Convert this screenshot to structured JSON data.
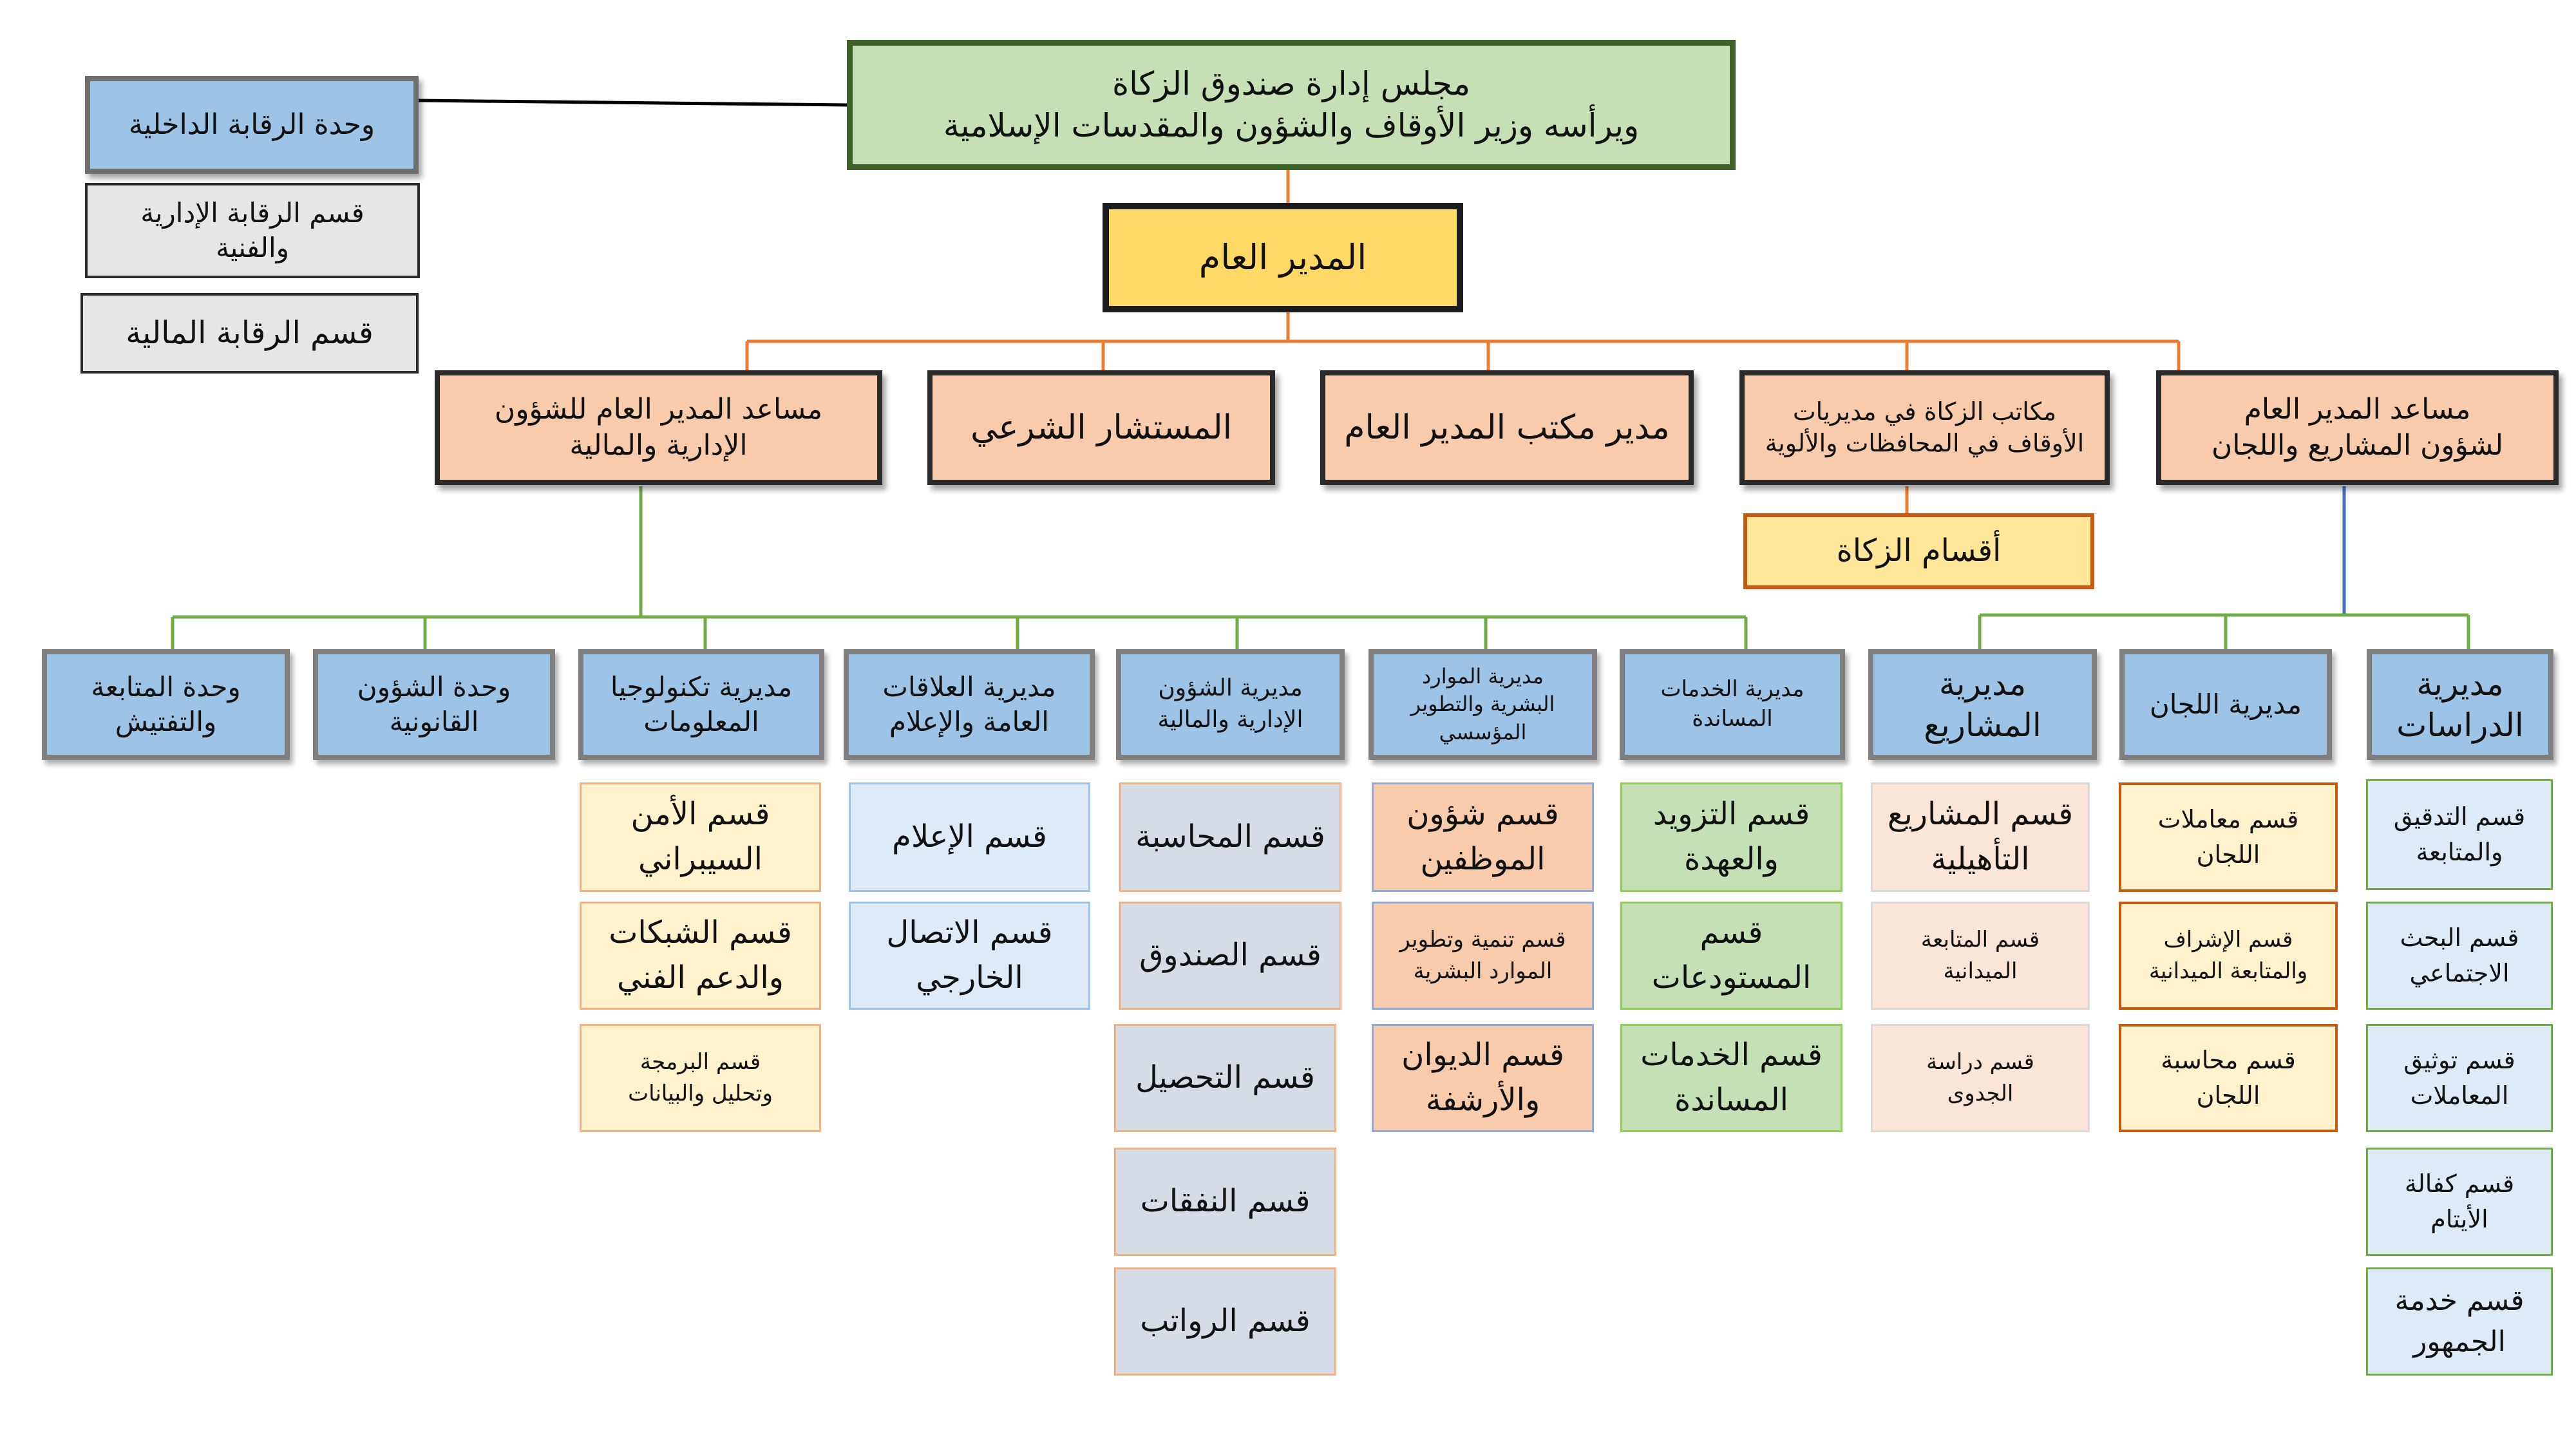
{
  "board": {
    "line1": "مجلس إدارة صندوق الزكاة",
    "line2": "ويرأسه وزير الأوقاف والشؤون والمقدسات الإسلامية"
  },
  "general_manager": "المدير العام",
  "internal_audit": {
    "unit": "وحدة الرقابة الداخلية",
    "admin_tech_line1": "قسم الرقابة الإدارية",
    "admin_tech_line2": "والفنية",
    "financial": "قسم الرقابة المالية"
  },
  "second_level": {
    "asst_projects_line1": "مساعد المدير العام",
    "asst_projects_line2": "لشؤون المشاريع واللجان",
    "zakat_offices_line1": "مكاتب الزكاة في مديريات",
    "zakat_offices_line2": "الأوقاف في المحافظات والألوية",
    "office_manager": "مدير مكتب المدير العام",
    "sharia_advisor": "المستشار الشرعي",
    "asst_admin_line1": "مساعد المدير العام للشؤون",
    "asst_admin_line2": "الإدارية والمالية"
  },
  "zakat_sections": "أقسام الزكاة",
  "directorates": {
    "studies": {
      "line1": "مديرية",
      "line2": "الدراسات",
      "sections": [
        [
          "قسم التدقيق",
          "والمتابعة"
        ],
        [
          "قسم البحث",
          "الاجتماعي"
        ],
        [
          "قسم توثيق",
          "المعاملات"
        ],
        [
          "قسم كفالة",
          "الأيتام"
        ],
        [
          "قسم خدمة",
          "الجمهور"
        ]
      ]
    },
    "committees": {
      "line1": "مديرية اللجان",
      "sections": [
        [
          "قسم معاملات",
          "اللجان"
        ],
        [
          "قسم الإشراف",
          "والمتابعة الميدانية"
        ],
        [
          "قسم محاسبة",
          "اللجان"
        ]
      ]
    },
    "projects": {
      "line1": "مديرية",
      "line2": "المشاريع",
      "sections": [
        [
          "قسم المشاريع",
          "التأهيلية"
        ],
        [
          "قسم المتابعة",
          "الميدانية"
        ],
        [
          "قسم دراسة",
          "الجدوى"
        ]
      ]
    },
    "support_services": {
      "line1": "مديرية الخدمات",
      "line2": "المساندة",
      "sections": [
        [
          "قسم التزويد",
          "والعهدة"
        ],
        [
          "قسم",
          "المستودعات"
        ],
        [
          "قسم الخدمات",
          "المساندة"
        ]
      ]
    },
    "hr": {
      "line1": "مديرية الموارد",
      "line2": "البشرية والتطوير",
      "line3": "المؤسسي",
      "sections": [
        [
          "قسم شؤون",
          "الموظفين"
        ],
        [
          "قسم تنمية وتطوير",
          "الموارد البشرية"
        ],
        [
          "قسم الديوان",
          "والأرشفة"
        ]
      ]
    },
    "admin_finance": {
      "line1": "مديرية الشؤون",
      "line2": "الإدارية والمالية",
      "sections": [
        "قسم المحاسبة",
        "قسم الصندوق",
        "قسم التحصيل",
        "قسم النفقات",
        "قسم الرواتب"
      ]
    },
    "pr": {
      "line1": "مديرية العلاقات",
      "line2": "العامة والإعلام",
      "sections": [
        [
          "قسم الإعلام"
        ],
        [
          "قسم الاتصال",
          "الخارجي"
        ]
      ]
    },
    "it": {
      "line1": "مديرية تكنولوجيا",
      "line2": "المعلومات",
      "sections": [
        [
          "قسم الأمن",
          "السيبراني"
        ],
        [
          "قسم الشبكات",
          "والدعم الفني"
        ],
        [
          "قسم البرمجة",
          "وتحليل والبيانات"
        ]
      ]
    },
    "legal": {
      "line1": "وحدة الشؤون",
      "line2": "القانونية"
    },
    "inspection": {
      "line1": "وحدة المتابعة",
      "line2": "والتفتيش"
    }
  },
  "colors": {
    "connector_orange": "#ed7d31",
    "connector_green": "#70ad47",
    "connector_blue": "#4472c4",
    "connector_black": "#000000"
  }
}
